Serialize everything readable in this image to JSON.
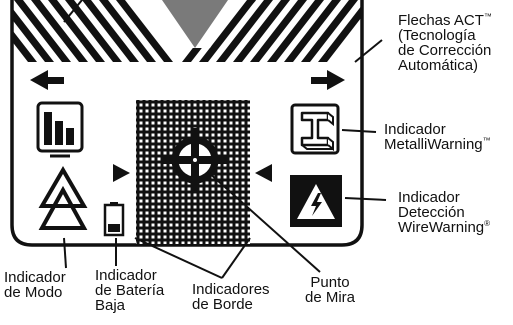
{
  "labels": {
    "act_arrows": {
      "line1_prefix": "Flechas ACT",
      "line1_mark": "™",
      "line2": "(Tecnología",
      "line3": "de Corrección",
      "line4": "Automática)"
    },
    "metalliwarning": {
      "line1": "Indicador",
      "line2_prefix": "MetalliWarning",
      "line2_mark": "™"
    },
    "wirewarning": {
      "line1": "Indicador",
      "line2": "Detección",
      "line3_prefix": "WireWarning",
      "line3_mark": "®"
    },
    "mode": {
      "line1": "Indicador",
      "line2": "de Modo"
    },
    "battery": {
      "line1": "Indicador",
      "line2": "de Batería",
      "line3": "Baja"
    },
    "edge": {
      "line1": "Indicadores",
      "line2": "de Borde"
    },
    "aim": {
      "line1": "Punto",
      "line2": "de Mira"
    }
  },
  "colors": {
    "ink": "#111111",
    "paper": "#ffffff",
    "center_target": "#7a7a7a"
  },
  "icons": [
    "stripe-pattern",
    "left-arrow-icon",
    "right-arrow-icon",
    "signal-bars-icon",
    "mode-triangles-icon",
    "battery-low-icon",
    "crosshair-icon",
    "i-beam-metal-icon",
    "lightning-warning-icon"
  ]
}
